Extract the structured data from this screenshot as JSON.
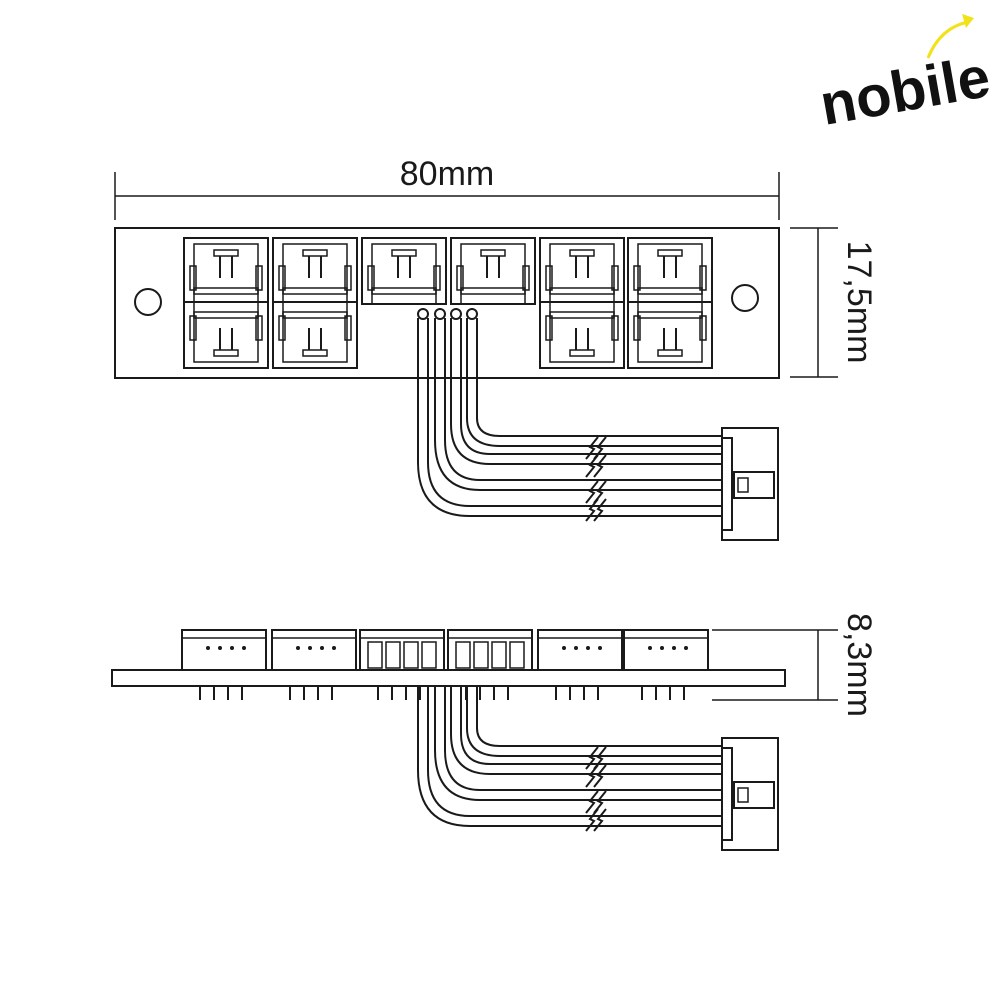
{
  "brand": {
    "logo_text": "nobile",
    "accent_color": "#f2e21a"
  },
  "top_view": {
    "width_label": "80mm",
    "height_label": "17,5mm",
    "socket_count": 6,
    "mounting_holes": 2,
    "wires": 4
  },
  "side_view": {
    "height_label": "8,3mm",
    "socket_count": 6,
    "wires": 4
  },
  "colors": {
    "line": "#1a1a1a",
    "background": "#ffffff"
  }
}
